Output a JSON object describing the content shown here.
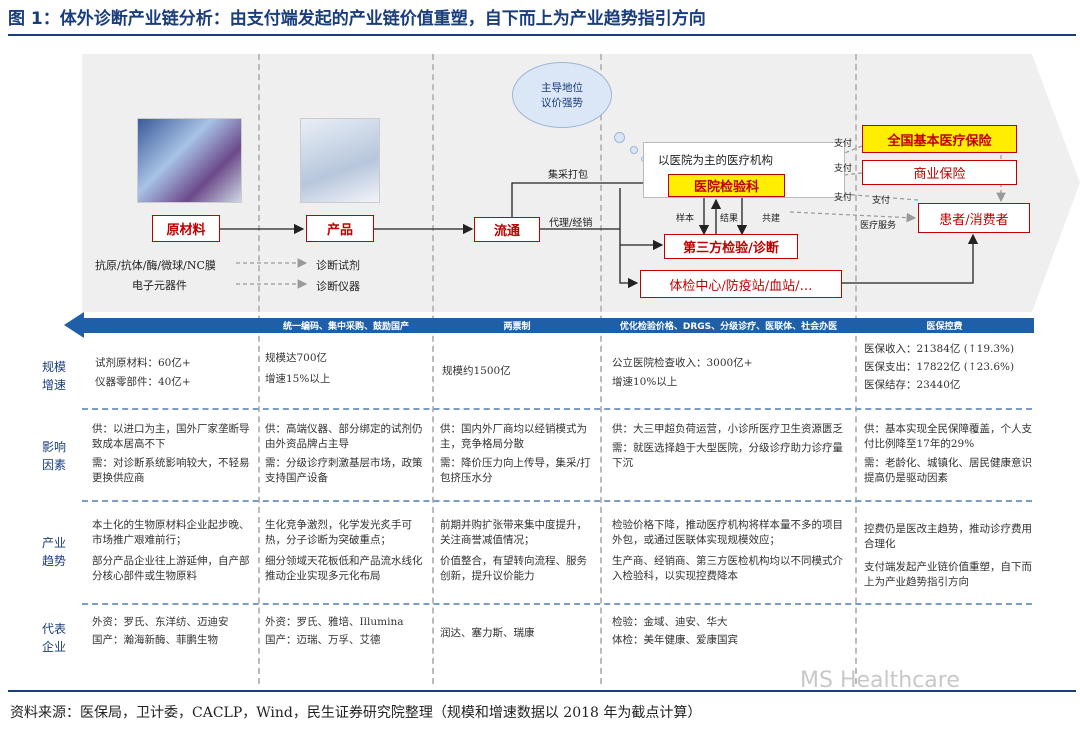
{
  "title": "图 1：体外诊断产业链分析：由支付端发起的产业链价值重塑，自下而上为产业趋势指引方向",
  "cloud": [
    "主导地位",
    "议价强势"
  ],
  "flow": {
    "raw_materials": "原材料",
    "products": "产品",
    "circulation": "流通",
    "hospital_lab": "医院检验科",
    "third_party": "第三方检验/诊断",
    "health_center": "体检中心/防疫站/血站/…",
    "insurance": "全国基本医疗保险",
    "commercial": "商业保险",
    "patient": "患者/消费者",
    "hospital_label": "以医院为主的医疗机构",
    "materials_list": "抗原/抗体/酶/微球/NC膜",
    "electronics": "电子元器件",
    "reagents": "诊断试剂",
    "instruments": "诊断仪器",
    "procure": "集采打包",
    "agent": "代理/经销",
    "sample": "样本",
    "result": "结果",
    "coop": "共建",
    "pay1": "支付",
    "pay2": "支付",
    "pay3": "支付",
    "pay4": "支付",
    "medical_service": "医疗服务"
  },
  "band": [
    "统一编码、集中采购、鼓励国产",
    "两票制",
    "优化检验价格、DRGS、分级诊疗、医联体、社会办医",
    "医保控费"
  ],
  "rows": [
    {
      "label": "规模增速",
      "cells": [
        [
          "试剂原材料：60亿+",
          "仪器零部件：40亿+"
        ],
        [
          "规模达700亿",
          "增速15%以上"
        ],
        [
          "规模约1500亿"
        ],
        [
          "公立医院检查收入：3000亿+",
          "增速10%以上"
        ],
        [
          "医保收入：21384亿 (↑19.3%)",
          "医保支出：17822亿 (↑23.6%)",
          "医保结存：23440亿"
        ]
      ]
    },
    {
      "label": "影响因素",
      "cells": [
        [
          "供：以进口为主，国外厂家垄断导致成本居高不下",
          "需：对诊断系统影响较大，不轻易更换供应商"
        ],
        [
          "供：高端仪器、部分绑定的试剂仍由外资品牌占主导",
          "需：分级诊疗刺激基层市场，政策支持国产设备"
        ],
        [
          "供：国内外厂商均以经销模式为主，竞争格局分散",
          "需：降价压力向上传导，集采/打包挤压水分"
        ],
        [
          "供：大三甲超负荷运营，小诊所医疗卫生资源匮乏",
          "需：就医选择趋于大型医院，分级诊疗助力诊疗量下沉"
        ],
        [
          "供：基本实现全民保障覆盖，个人支付比例降至17年的29%",
          "需：老龄化、城镇化、居民健康意识提高仍是驱动因素"
        ]
      ]
    },
    {
      "label": "产业趋势",
      "cells": [
        [
          "本土化的生物原材料企业起步晚、市场推广艰难前行；",
          "部分产品企业往上游延伸，自产部分核心部件或生物原料"
        ],
        [
          "生化竞争激烈，化学发光炙手可热，分子诊断为突破重点；",
          "细分领域天花板低和产品流水线化推动企业实现多元化布局"
        ],
        [
          "前期并购扩张带来集中度提升，关注商誉减值情况；",
          "价值整合，有望转向流程、服务创新，提升议价能力"
        ],
        [
          "检验价格下降，推动医疗机构将样本量不多的项目外包，或通过医联体实现规模效应；",
          "生产商、经销商、第三方医检机构均以不同模式介入检验科，以实现控费降本"
        ],
        [
          "控费仍是医改主趋势，推动诊疗费用合理化",
          "支付端发起产业链价值重塑，自下而上为产业趋势指引方向"
        ]
      ]
    },
    {
      "label": "代表企业",
      "cells": [
        [
          "外资：罗氏、东洋纺、迈迪安",
          "国产：瀚海新酶、菲鹏生物"
        ],
        [
          "外资：罗氏、雅培、Illumina",
          "国产：迈瑞、万孚、艾德"
        ],
        [
          "润达、塞力斯、瑞康"
        ],
        [
          "检验：金域、迪安、华大",
          "体检：美年健康、爱康国宾"
        ],
        []
      ]
    }
  ],
  "footer": "资料来源：医保局，卫计委，CACLP，Wind，民生证券研究院整理（规模和增速数据以 2018 年为截点计算）",
  "watermark": "MS Healthcare"
}
